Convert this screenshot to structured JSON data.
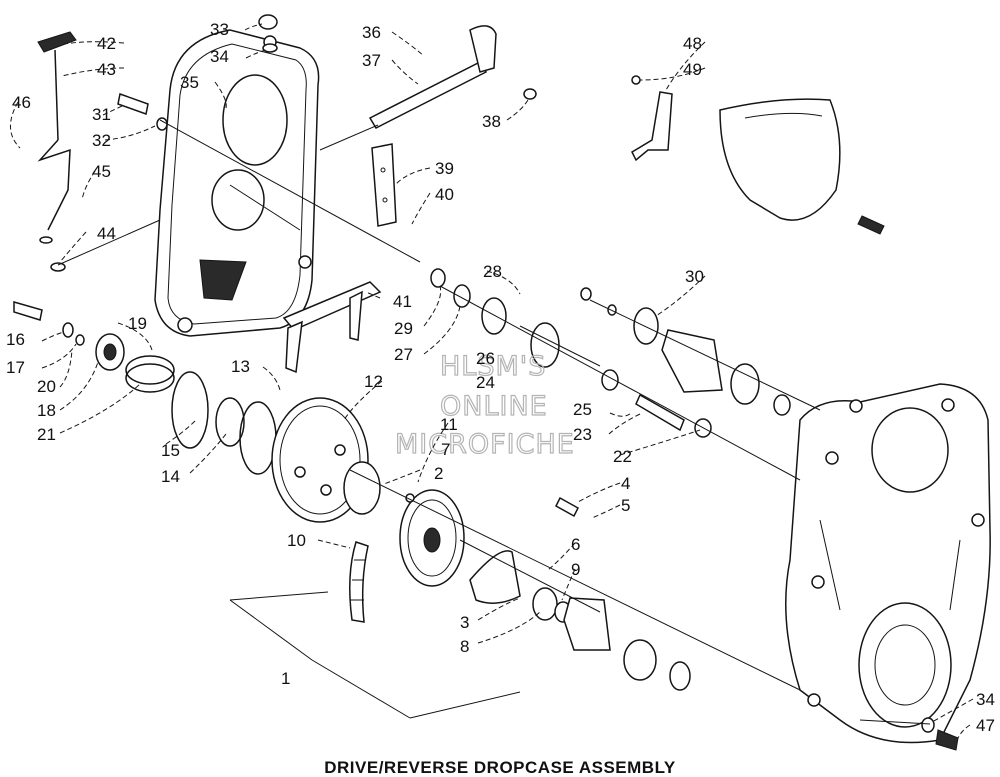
{
  "caption": "DRIVE/REVERSE DROPCASE ASSEMBLY",
  "watermark": [
    "HLSM'S",
    "ONLINE",
    "MICROFICHE"
  ],
  "callouts": [
    "1",
    "2",
    "3",
    "4",
    "5",
    "6",
    "7",
    "8",
    "9",
    "10",
    "11",
    "12",
    "13",
    "14",
    "15",
    "16",
    "17",
    "18",
    "19",
    "20",
    "21",
    "22",
    "23",
    "24",
    "25",
    "26",
    "27",
    "28",
    "29",
    "30",
    "31",
    "32",
    "33",
    "34",
    "35",
    "36",
    "37",
    "38",
    "39",
    "40",
    "41",
    "42",
    "43",
    "44",
    "45",
    "46",
    "47",
    "48",
    "49",
    "34"
  ]
}
